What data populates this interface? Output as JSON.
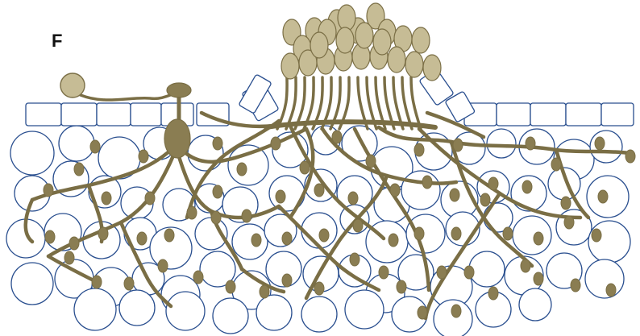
{
  "figure": {
    "panel_label": "F",
    "colors": {
      "fungus_fill": "#8a7d52",
      "fungus_stroke": "#7a6e45",
      "spore_fill": "#c6bc95",
      "spore_stroke": "#7a6e45",
      "cell_stroke": "#2a4f8f",
      "cell_fill": "#ffffff"
    },
    "elements": [
      "epidermis-cells",
      "mesophyll-cells",
      "germinating-spore",
      "appressorium",
      "infection-vesicle",
      "intercellular-hyphae",
      "haustoria",
      "sporophores",
      "uredospore-pustule"
    ]
  }
}
